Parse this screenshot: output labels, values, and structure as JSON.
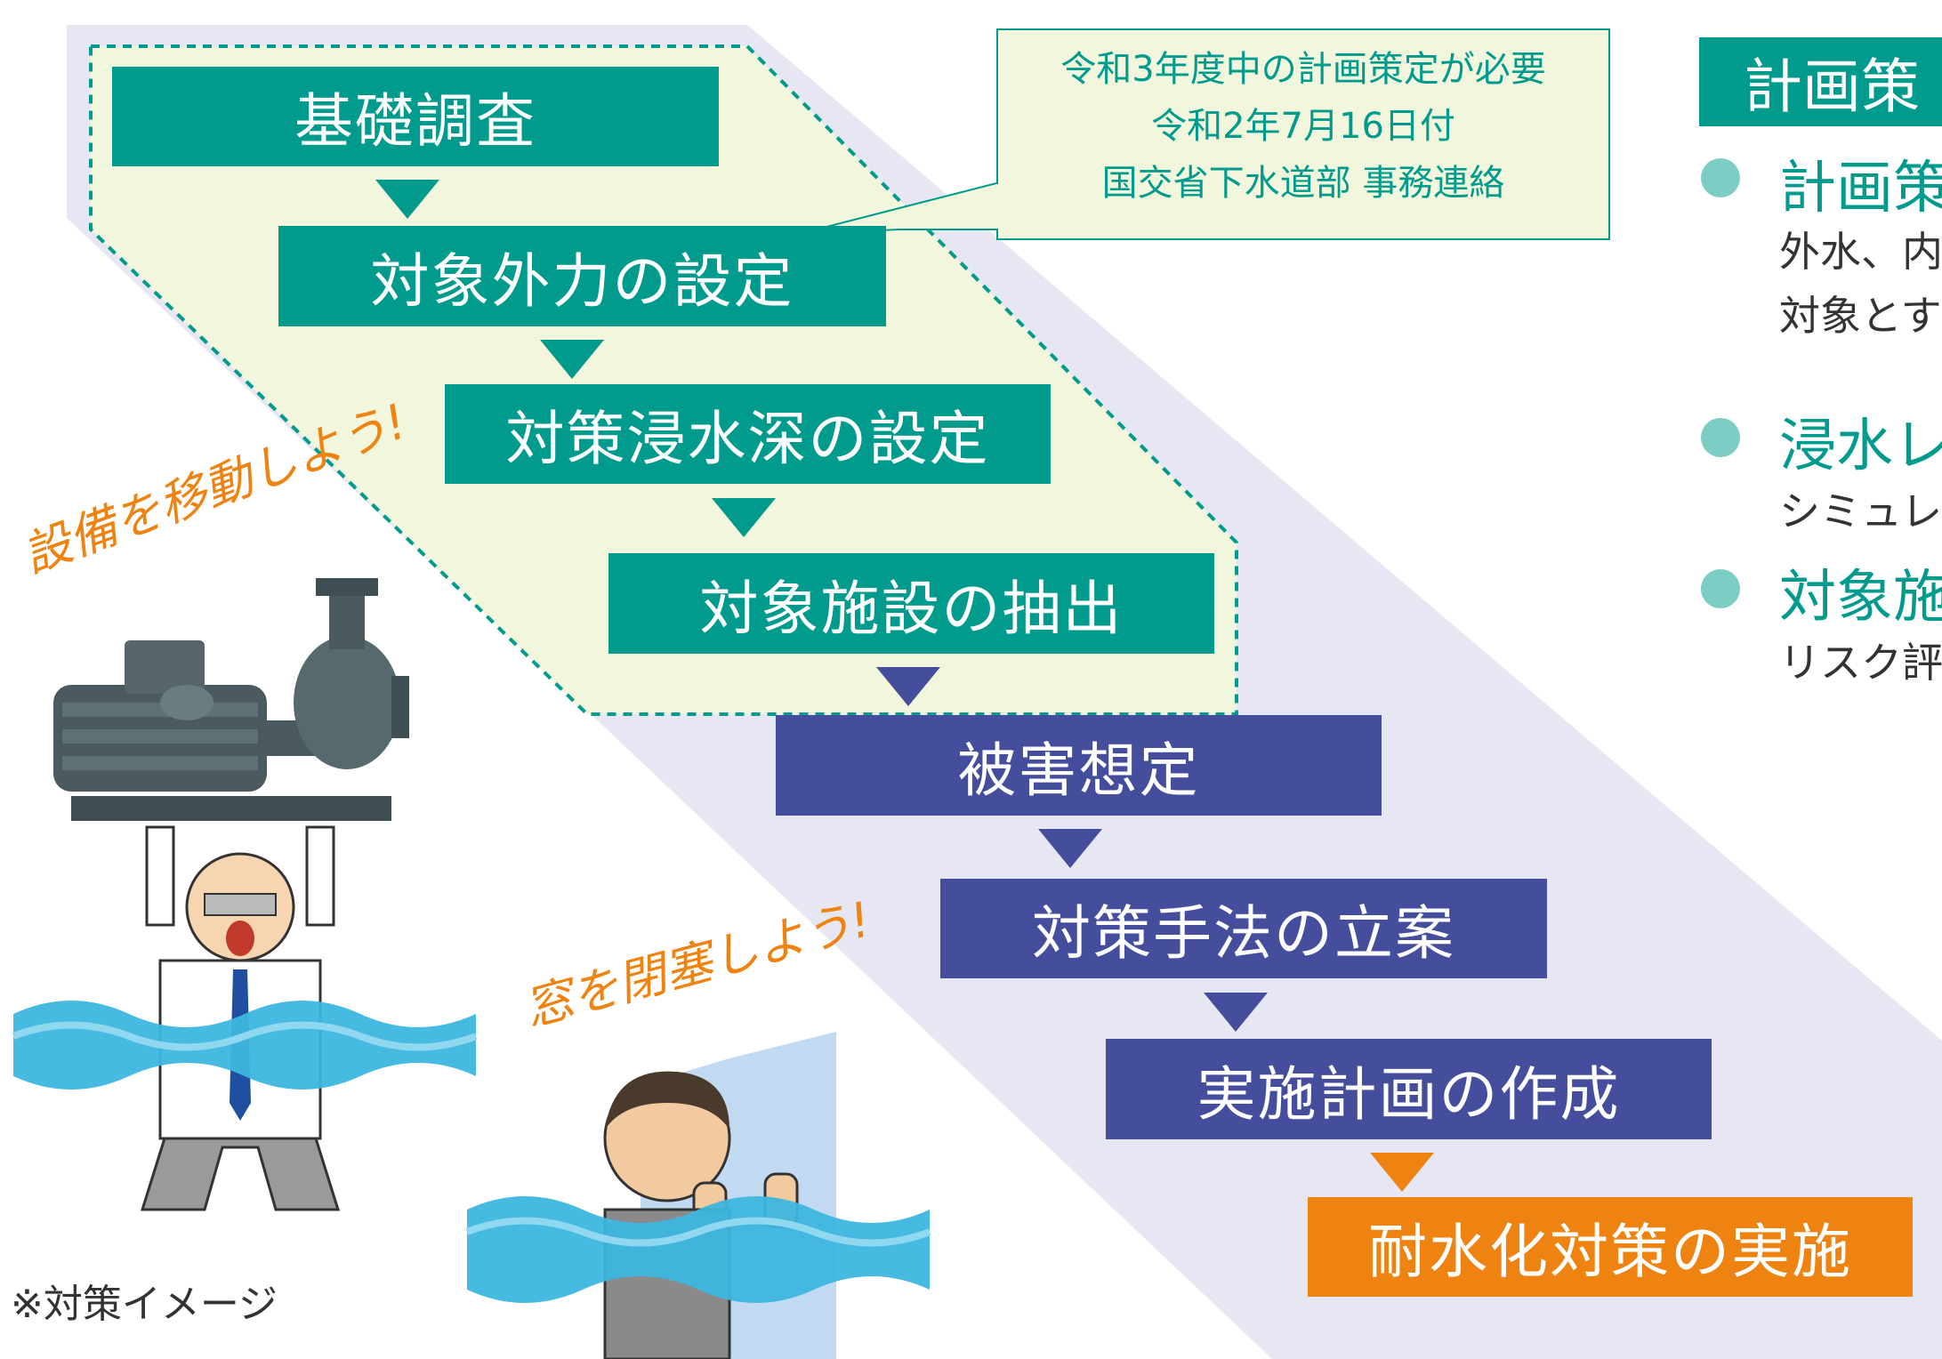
{
  "flow": {
    "teal_steps": [
      "基礎調査",
      "対象外力の設定",
      "対策浸水深の設定",
      "対象施設の抽出"
    ],
    "navy_steps": [
      "被害想定",
      "対策手法の立案",
      "実施計画の作成"
    ],
    "final_step": "耐水化対策の実施"
  },
  "callout": {
    "lines": [
      "令和3年度中の計画策定が必要",
      "令和2年7月16日付",
      "国交省下水道部 事務連絡"
    ]
  },
  "right_panel": {
    "title": "計画策",
    "items": [
      {
        "heading": "計画策",
        "lines": [
          "外水、内",
          "対象とす"
        ]
      },
      {
        "heading": "浸水レ",
        "lines": [
          "シミュレ"
        ]
      },
      {
        "heading": "対象施",
        "lines": [
          "リスク評"
        ]
      }
    ]
  },
  "illustrations": {
    "caption1": "設備を移動しよう!",
    "caption2": "窓を閉塞しよう!",
    "note": "※対策イメージ"
  },
  "colors": {
    "teal": "#009b8c",
    "navy": "#454d9d",
    "orange": "#ef8311",
    "band": "#e6e7f2",
    "zone": "#f1f6dc"
  }
}
